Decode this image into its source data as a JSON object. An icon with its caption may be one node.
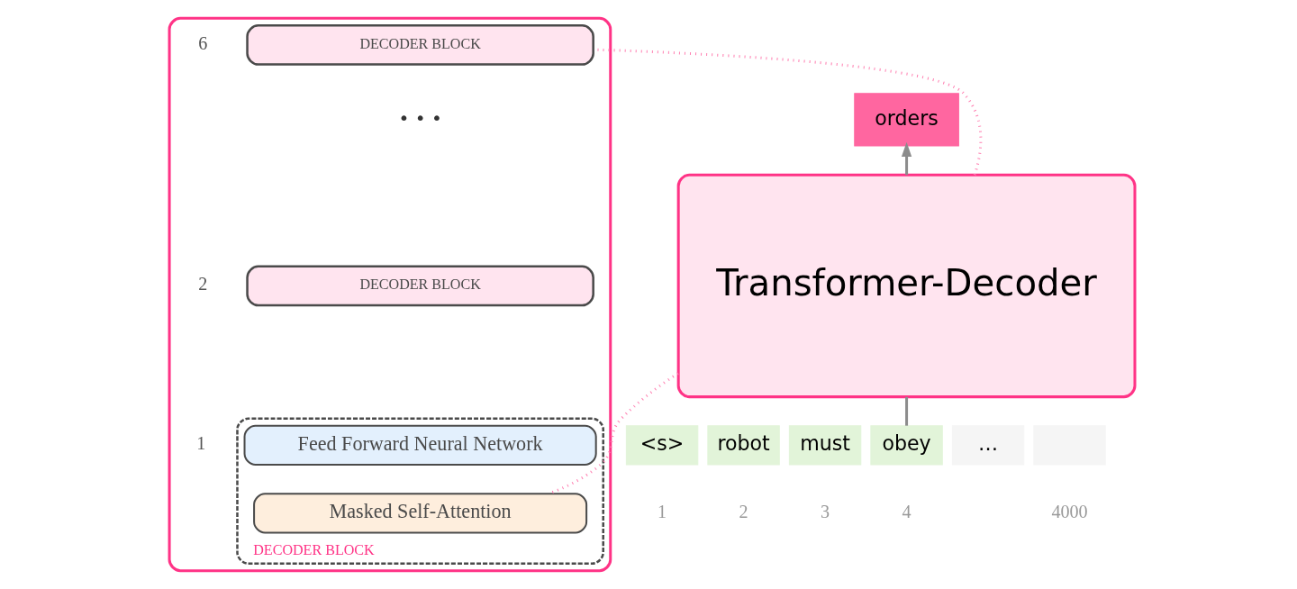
{
  "diagram": {
    "nodes": [
      {
        "text": [
          "orders"
        ]
      },
      {
        "text": [
          "Transformer-Decoder"
        ]
      },
      {
        "text": [
          "<s>"
        ],
        "beside": [
          "1"
        ]
      },
      {
        "text": [
          "robot"
        ],
        "beside": [
          "2"
        ]
      },
      {
        "text": [
          "must"
        ],
        "beside": [
          "3"
        ]
      },
      {
        "text": [
          "obey"
        ],
        "beside": [
          "4"
        ]
      },
      {
        "text": [
          "…"
        ]
      },
      {
        "text": [],
        "shape": "box",
        "beside": [
          "4000"
        ]
      },
      {
        "text": [],
        "shape": "box"
      },
      {
        "text": [
          "DECODER BLOCK"
        ],
        "in": 8,
        "beside": [
          "6"
        ]
      },
      {
        "text": [
          "DECODER BLOCK"
        ],
        "in": 8,
        "beside": [
          "2"
        ]
      },
      {
        "text": [
          "DECODER BLOCK"
        ],
        "in": 8,
        "beside": [
          "1"
        ]
      },
      {
        "text": [
          "Feed Forward Neural Network"
        ],
        "in": 11
      },
      {
        "text": [
          "Masked Self-Attention"
        ],
        "in": 11
      }
    ],
    "edges": [
      {
        "from": 1,
        "to": 0,
        "arrow": "to"
      },
      {
        "from": 5,
        "to": 1,
        "arrow": "none"
      },
      {
        "from": 1,
        "to": 9,
        "arrow": "none",
        "style": "dashed",
        "color": "#ff7eb0"
      },
      {
        "from": 1,
        "to": 13,
        "arrow": "none",
        "style": "dashed",
        "color": "#ff7eb0"
      }
    ],
    "labels": [
      "• • •"
    ]
  }
}
